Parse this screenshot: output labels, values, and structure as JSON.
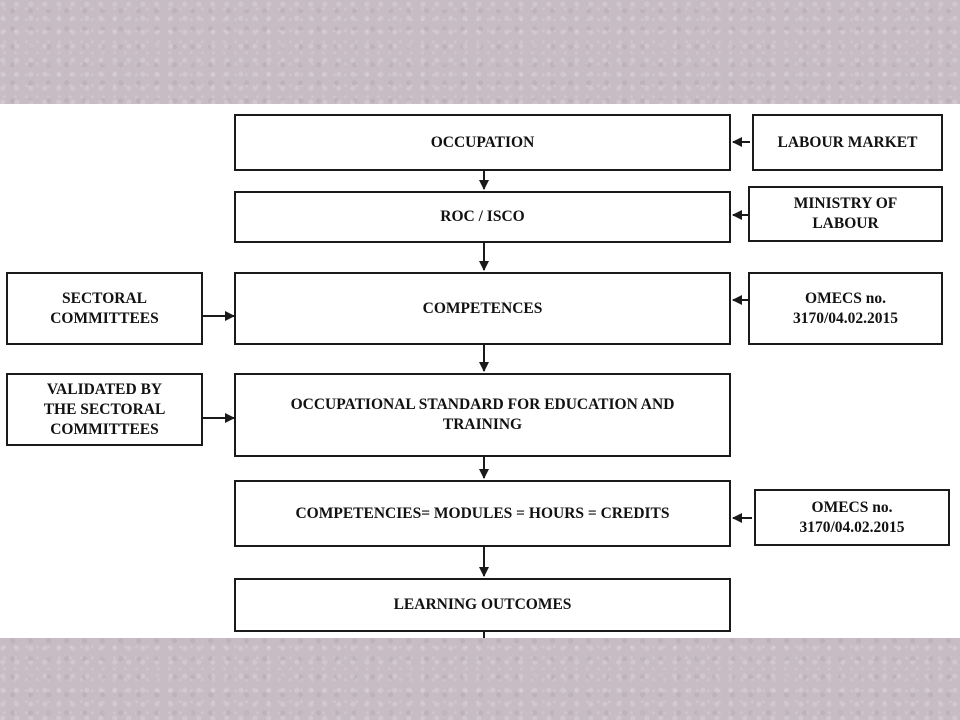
{
  "diagram": {
    "main_flow": [
      {
        "id": "occupation",
        "label": "OCCUPATION"
      },
      {
        "id": "roc-isco",
        "label": "ROC / ISCO"
      },
      {
        "id": "competences",
        "label": "COMPETENCES"
      },
      {
        "id": "occupational-standard",
        "label": "OCCUPATIONAL STANDARD FOR EDUCATION AND\nTRAINING"
      },
      {
        "id": "competencies-modules",
        "label": "COMPETENCIES= MODULES = HOURS = CREDITS"
      },
      {
        "id": "learning-outcomes",
        "label": "LEARNING OUTCOMES"
      }
    ],
    "right_inputs": [
      {
        "id": "labour-market",
        "label": "LABOUR MARKET",
        "target": "occupation"
      },
      {
        "id": "ministry-of-labour",
        "label": "MINISTRY OF\nLABOUR",
        "target": "roc-isco"
      },
      {
        "id": "omecs-1",
        "label": "OMECS no.\n3170/04.02.2015",
        "target": "competences"
      },
      {
        "id": "omecs-2",
        "label": "OMECS no.\n3170/04.02.2015",
        "target": "competencies-modules"
      }
    ],
    "left_inputs": [
      {
        "id": "sectoral-committees",
        "label": "SECTORAL\nCOMMITTEES",
        "target": "competences"
      },
      {
        "id": "validated-by",
        "label": "VALIDATED BY\nTHE SECTORAL\nCOMMITTEES",
        "target": "occupational-standard"
      }
    ]
  }
}
